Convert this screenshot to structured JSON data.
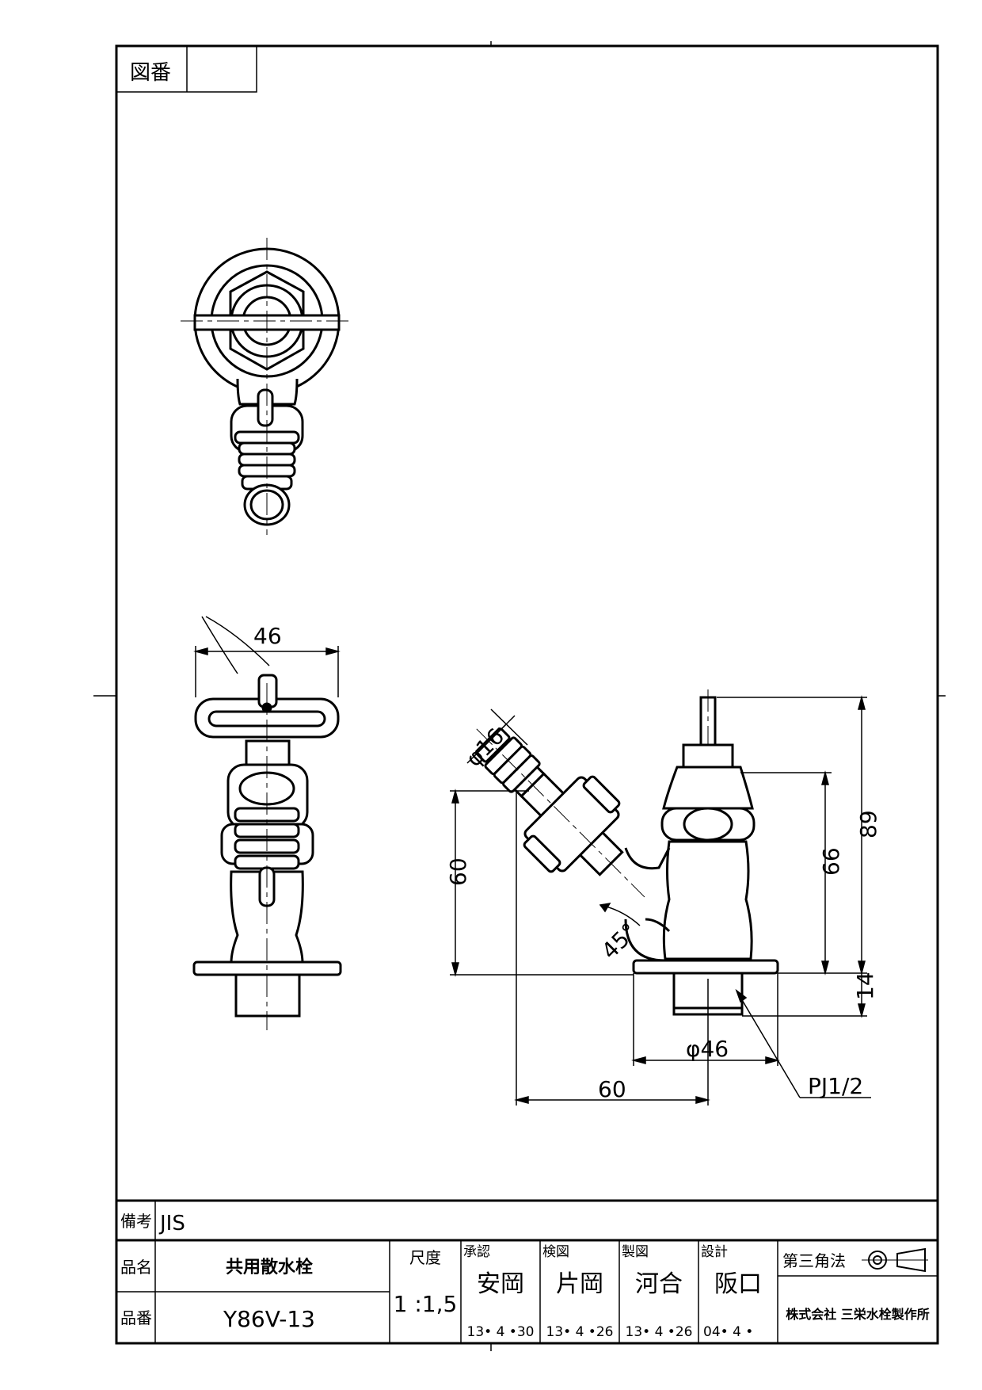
{
  "drawing_no_label": "図番",
  "drawing_no_value": "",
  "dimensions": {
    "key_width": "46",
    "spout_dia": "φ16",
    "spout_height": "60",
    "angle": "45°",
    "body_height": "66",
    "total_height": "89",
    "thread_length": "14",
    "flange_dia": "φ46",
    "horizontal_reach": "60",
    "thread_spec": "PJ1/2"
  },
  "title_block": {
    "remarks_label": "備考",
    "remarks_value": "JIS",
    "product_name_label": "品名",
    "product_name": "共用散水栓",
    "product_no_label": "品番",
    "product_no": "Y86V-13",
    "scale_label": "尺度",
    "scale": "1 :1,5",
    "approved_label": "承認",
    "approved_by": "安岡",
    "approved_date": "13• 4 •30",
    "checked_label": "検図",
    "checked_by": "片岡",
    "checked_date": "13• 4 •26",
    "drawn_label": "製図",
    "drawn_by": "河合",
    "drawn_date": "13• 4 •26",
    "designed_label": "設計",
    "designed_by": "阪口",
    "designed_date": "04• 4 •",
    "projection": "第三角法",
    "company": "株式会社 三栄水栓製作所"
  }
}
